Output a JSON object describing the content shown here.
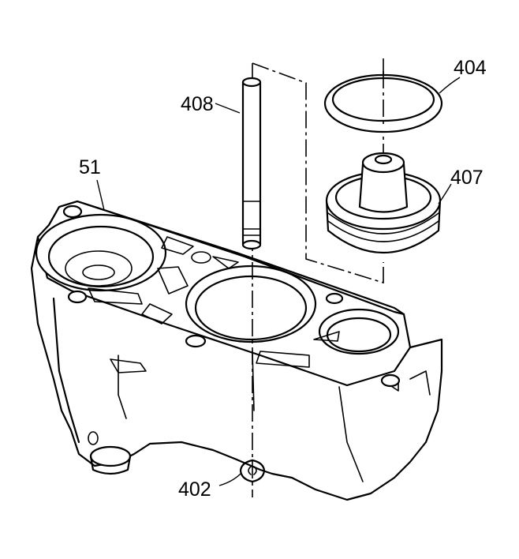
{
  "callouts": {
    "c51": "51",
    "c402": "402",
    "c404": "404",
    "c407": "407",
    "c408": "408"
  }
}
